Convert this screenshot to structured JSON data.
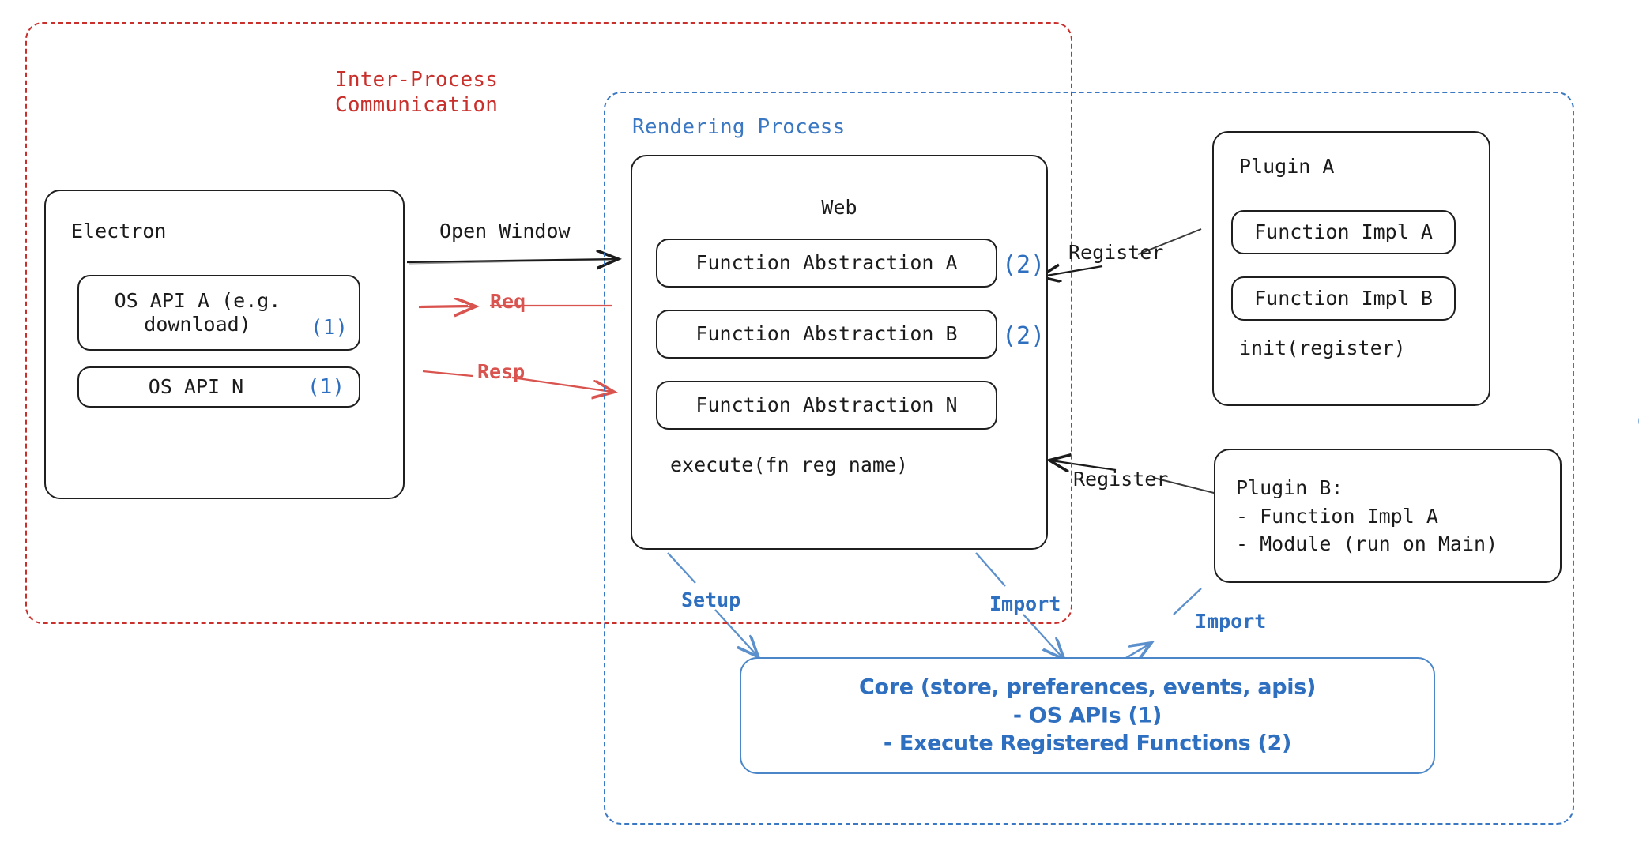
{
  "diagram": {
    "title": "Electron plugin architecture",
    "colors": {
      "ipc_red": "#c9302c",
      "render_blue": "#3b78c3",
      "marker_blue": "#2f6fc0",
      "arrow_red": "#d9534f",
      "arrow_black": "#1b1b1b",
      "node_border": "#1f1f1f",
      "core_border": "#4a86c8"
    }
  },
  "groups": {
    "ipc": {
      "label": "Inter-Process\nCommunication"
    },
    "rendering": {
      "label": "Rendering Process"
    }
  },
  "electron": {
    "title": "Electron",
    "apis": [
      {
        "label": "OS API A (e.g.\ndownload)",
        "marker": "(1)"
      },
      {
        "label": "OS API N",
        "marker": "(1)"
      }
    ]
  },
  "web": {
    "title": "Web",
    "functions": [
      {
        "label": "Function Abstraction A",
        "marker": "(2)"
      },
      {
        "label": "Function Abstraction B",
        "marker": "(2)"
      },
      {
        "label": "Function Abstraction N",
        "marker": ""
      }
    ],
    "footer": "execute(fn_reg_name)"
  },
  "plugin_a": {
    "title": "Plugin A",
    "items": [
      {
        "label": "Function Impl A"
      },
      {
        "label": "Function Impl B"
      }
    ],
    "footer": "init(register)"
  },
  "plugin_b": {
    "text": "Plugin B:\n- Function Impl A\n- Module (run on Main)"
  },
  "core": {
    "text": "Core (store, preferences, events, apis)\n- OS APIs (1)\n- Execute Registered Functions (2)"
  },
  "edges": {
    "open_window": "Open Window",
    "req": "Req",
    "resp": "Resp",
    "register_a": "Register",
    "register_b": "Register",
    "setup": "Setup",
    "import_web": "Import",
    "import_plugin_b": "Import"
  }
}
